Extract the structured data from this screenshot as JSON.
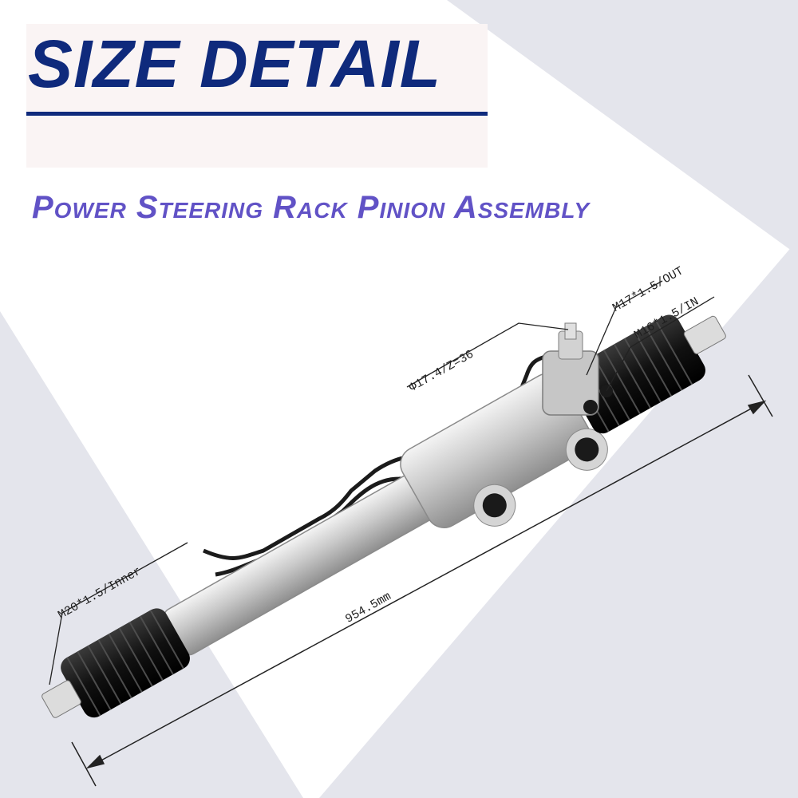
{
  "header": {
    "title": "SIZE DETAIL",
    "subtitle": "Power Steering Rack Pinion Assembly"
  },
  "callouts": {
    "out_port": "M17*1.5/OUT",
    "in_port": "M16*1.5/IN",
    "pinion": "Φ17.4/Z=36",
    "inner_thread": "M20*1.5/Inner",
    "length": "954.5mm"
  },
  "colors": {
    "title": "#0f2a7c",
    "subtitle": "#6152c6",
    "background_band": "#e4e5ec"
  }
}
